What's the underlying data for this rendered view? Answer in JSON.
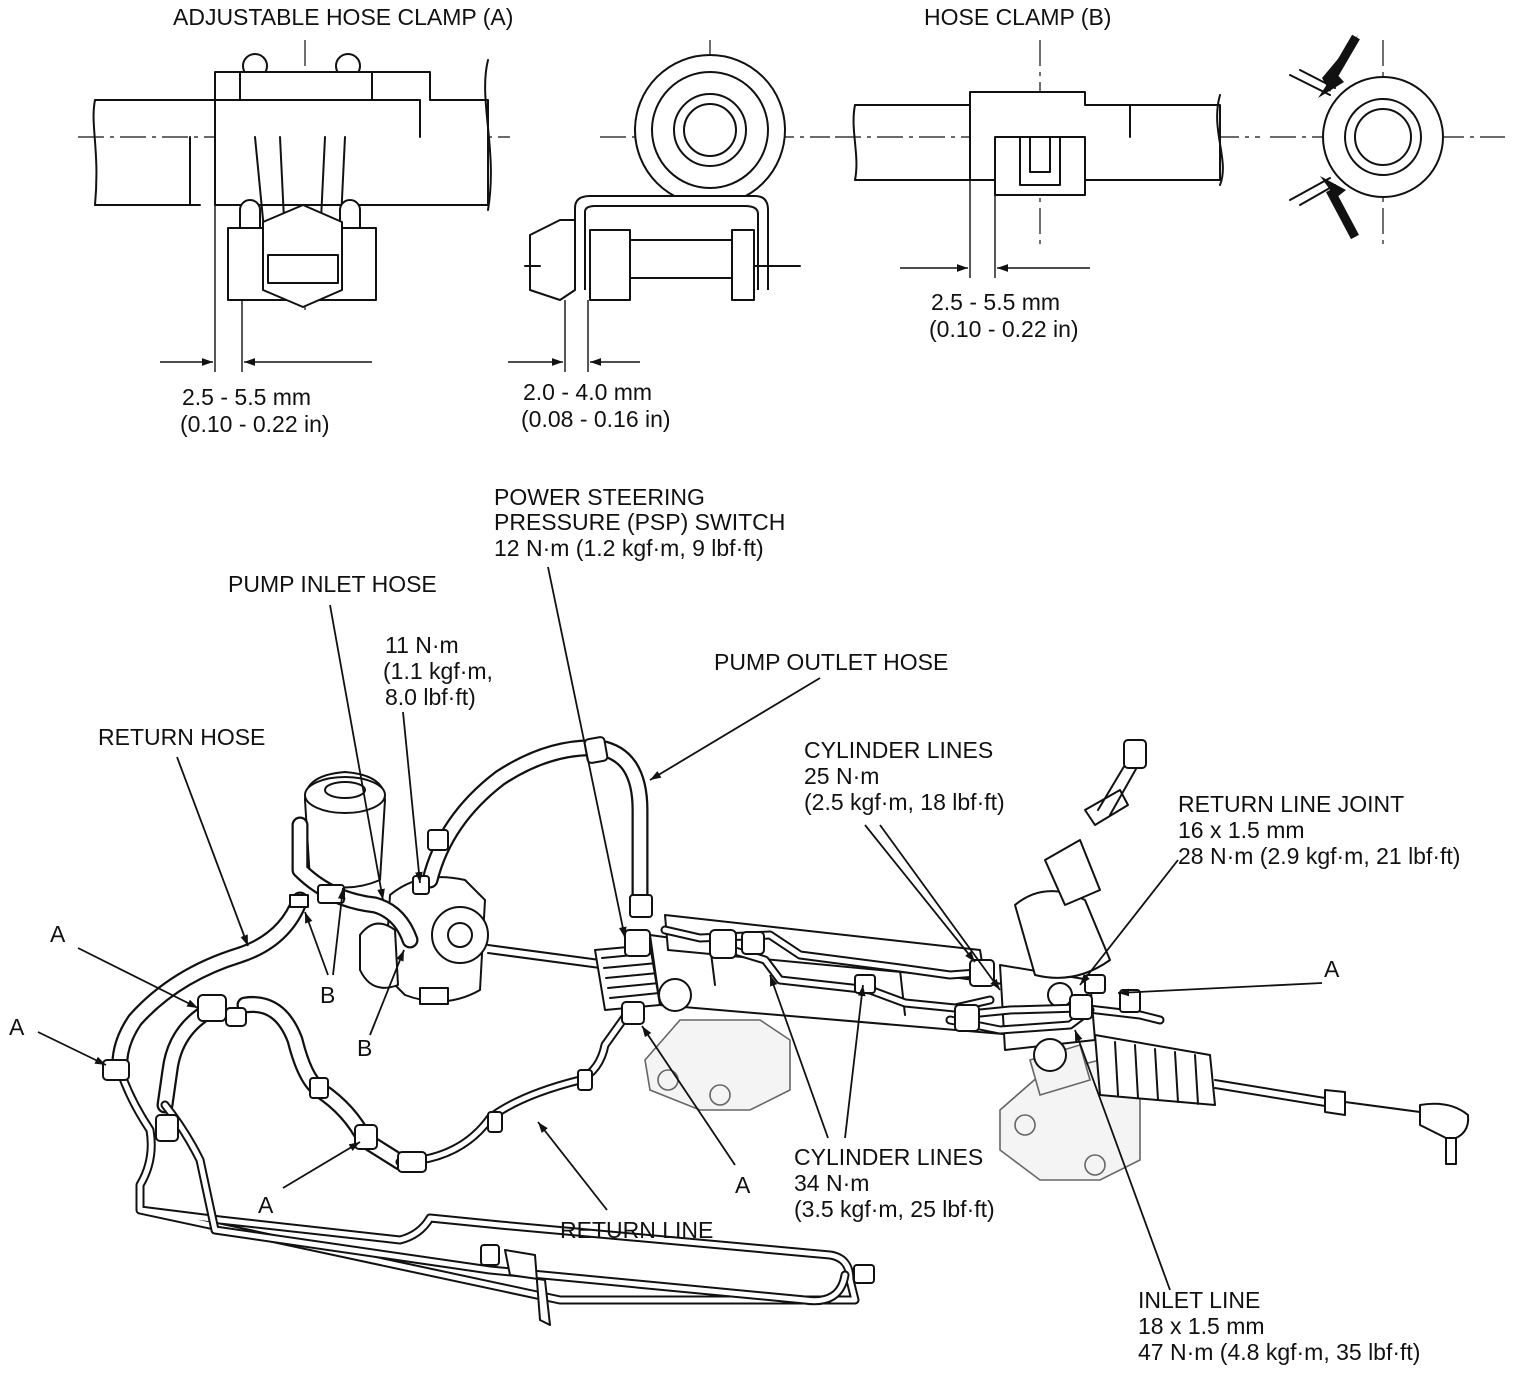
{
  "labels": {
    "clamp_a_title": "ADJUSTABLE HOSE CLAMP (A)",
    "clamp_b_title": "HOSE CLAMP (B)",
    "clamp_a_gap_mm": "2.5 - 5.5 mm",
    "clamp_a_gap_in": "(0.10 - 0.22 in)",
    "clamp_a_side_gap_mm": "2.0 - 4.0 mm",
    "clamp_a_side_gap_in": "(0.08 - 0.16 in)",
    "clamp_b_gap_mm": "2.5 - 5.5 mm",
    "clamp_b_gap_in": "(0.10 - 0.22 in)",
    "psp_switch_l1": "POWER STEERING",
    "psp_switch_l2": "PRESSURE (PSP) SWITCH",
    "psp_switch_torque": "12 N·m (1.2 kgf·m, 9 lbf·ft)",
    "pump_inlet_hose": "PUMP INLET HOSE",
    "pump_bolt_torque_l1": "11 N·m",
    "pump_bolt_torque_l2": "(1.1 kgf·m,",
    "pump_bolt_torque_l3": "8.0 lbf·ft)",
    "pump_outlet_hose": "PUMP OUTLET HOSE",
    "return_hose": "RETURN HOSE",
    "cyl_lines_top_l1": "CYLINDER LINES",
    "cyl_lines_top_l2": "25 N·m",
    "cyl_lines_top_l3": "(2.5 kgf·m, 18 lbf·ft)",
    "return_joint_l1": "RETURN LINE JOINT",
    "return_joint_l2": "16 x 1.5 mm",
    "return_joint_l3": "28 N·m (2.9 kgf·m, 21 lbf·ft)",
    "marker_a": "A",
    "marker_b": "B",
    "cyl_lines_bot_l1": "CYLINDER LINES",
    "cyl_lines_bot_l2": "34 N·m",
    "cyl_lines_bot_l3": "(3.5 kgf·m, 25 lbf·ft)",
    "return_line": "RETURN LINE",
    "inlet_line_l1": "INLET LINE",
    "inlet_line_l2": "18 x 1.5 mm",
    "inlet_line_l3": "47 N·m (4.8 kgf·m, 35 lbf·ft)"
  }
}
